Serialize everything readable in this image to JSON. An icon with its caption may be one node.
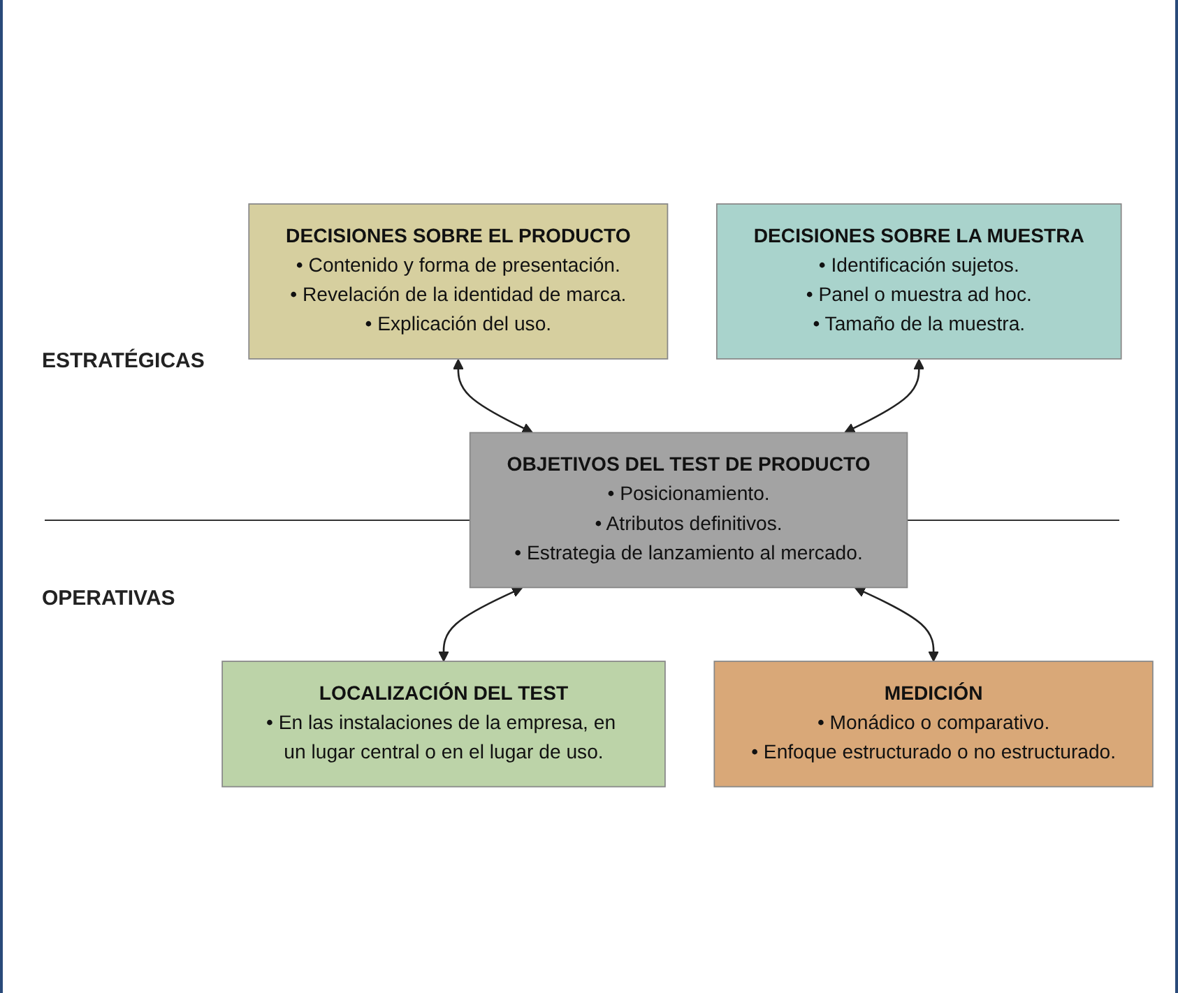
{
  "diagram": {
    "nodes": [
      {
        "text": [
          "DECISIONES SOBRE EL PRODUCTO",
          "• Contenido y forma de presentación.",
          "• Revelación de la identidad de marca.",
          "• Explicación del uso."
        ]
      },
      {
        "text": [
          "DECISIONES SOBRE LA MUESTRA",
          "• Identificación sujetos.",
          "• Panel o muestra ad hoc.",
          "• Tamaño de la muestra."
        ]
      },
      {
        "text": [
          "OBJETIVOS DEL TEST DE PRODUCTO",
          "• Posicionamiento.",
          "• Atributos definitivos.",
          "• Estrategia de lanzamiento al mercado."
        ]
      },
      {
        "text": [
          "LOCALIZACIÓN DEL TEST",
          "• En las instalaciones de la empresa, en un lugar central o en el lugar de uso."
        ]
      },
      {
        "text": [
          "MEDICIÓN",
          "• Monádico o comparativo.",
          "• Enfoque estructurado o no estructurado."
        ]
      }
    ],
    "edges": [
      {
        "from": 0,
        "to": 2,
        "arrow": "both"
      },
      {
        "from": 1,
        "to": 2,
        "arrow": "both"
      },
      {
        "from": 2,
        "to": 3,
        "arrow": "both"
      },
      {
        "from": 2,
        "to": 4,
        "arrow": "both"
      }
    ],
    "labels": [
      "ESTRATÉGICAS",
      "OPERATIVAS"
    ]
  }
}
